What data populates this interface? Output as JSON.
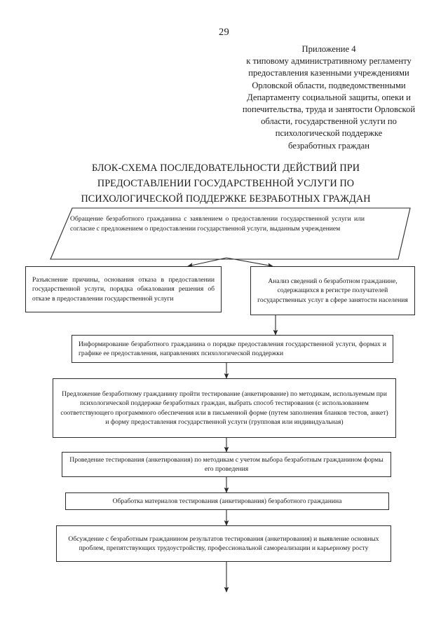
{
  "page": {
    "number": "29"
  },
  "header": {
    "lines": [
      "Приложение 4",
      "к типовому административному регламенту",
      "предоставления казенными учреждениями",
      "Орловской области, подведомственными",
      "Департаменту социальной защиты, опеки и",
      "попечительства, труда и занятости Орловской",
      "области,  государственной услуги по",
      "психологической поддержке",
      "безработных граждан"
    ]
  },
  "title": {
    "lines": [
      "БЛОК-СХЕМА ПОСЛЕДОВАТЕЛЬНОСТИ ДЕЙСТВИЙ ПРИ",
      "ПРЕДОСТАВЛЕНИИ ГОСУДАРСТВЕННОЙ УСЛУГИ ПО",
      "ПСИХОЛОГИЧЕСКОЙ ПОДДЕРЖКЕ БЕЗРАБОТНЫХ ГРАЖДАН"
    ]
  },
  "flowchart": {
    "type": "flowchart",
    "nodes": [
      {
        "id": "start",
        "shape": "trapezoid",
        "align": "justify",
        "text": "Обращение безработного гражданина с заявлением о предоставлении государственной услуги или согласие с предложением о предоставлении государственной услуги, выданным учреждением"
      },
      {
        "id": "refusal",
        "shape": "rectangle",
        "align": "justify",
        "text": "Разъяснение причины, основания отказа в предоставлении государственной услуги, порядка обжалования решения об отказе в предоставлении государственной услуги"
      },
      {
        "id": "analysis",
        "shape": "rectangle",
        "align": "center",
        "text": "Анализ сведений о безработном гражданине, содержащихся в регистре получателей государственных услуг в сфере занятости населения"
      },
      {
        "id": "inform",
        "shape": "rectangle",
        "align": "justify",
        "text": "Информирование безработного гражданина о порядке предоставления государственной услуги, формах и графике ее предоставления, направлениях психологической поддержки"
      },
      {
        "id": "offer",
        "shape": "rectangle",
        "align": "center",
        "text": "Предложение безработному гражданину пройти тестирование (анкетирование) по методикам, используемым при психологической поддержке безработных граждан, выбрать способ тестирования (с использованием соответствующего программного обеспечения или в письменной форме (путем заполнения бланков тестов, анкет) и форму предоставления государственной услуги (групповая или индивидуальная)"
      },
      {
        "id": "conduct",
        "shape": "rectangle",
        "align": "center",
        "text": "Проведение тестирования (анкетирования) по методикам с учетом выбора безработным гражданином формы его проведения"
      },
      {
        "id": "process",
        "shape": "rectangle",
        "align": "center",
        "text": "Обработка материалов тестирования (анкетирования) безработного гражданина"
      },
      {
        "id": "discuss",
        "shape": "rectangle",
        "align": "center",
        "text": "Обсуждение с безработным гражданином результатов тестирования (анкетирования) и выявление основных проблем, препятствующих трудоустройству, профессиональной самореализации и карьерному росту"
      }
    ],
    "edges": [
      {
        "from": "start",
        "to": "refusal",
        "style": "diagonal-arrow"
      },
      {
        "from": "start",
        "to": "analysis",
        "style": "diagonal-arrow"
      },
      {
        "from": "analysis",
        "to": "inform",
        "style": "vertical-arrow"
      },
      {
        "from": "inform",
        "to": "offer",
        "style": "vertical-arrow"
      },
      {
        "from": "offer",
        "to": "conduct",
        "style": "vertical-arrow"
      },
      {
        "from": "conduct",
        "to": "process",
        "style": "vertical-arrow"
      },
      {
        "from": "process",
        "to": "discuss",
        "style": "vertical-arrow"
      },
      {
        "from": "discuss",
        "to": "continues-below",
        "style": "vertical-arrow"
      }
    ]
  },
  "colors": {
    "ink": "#1a1a1a",
    "stroke": "#2a2a2a",
    "paper": "#ffffff"
  }
}
